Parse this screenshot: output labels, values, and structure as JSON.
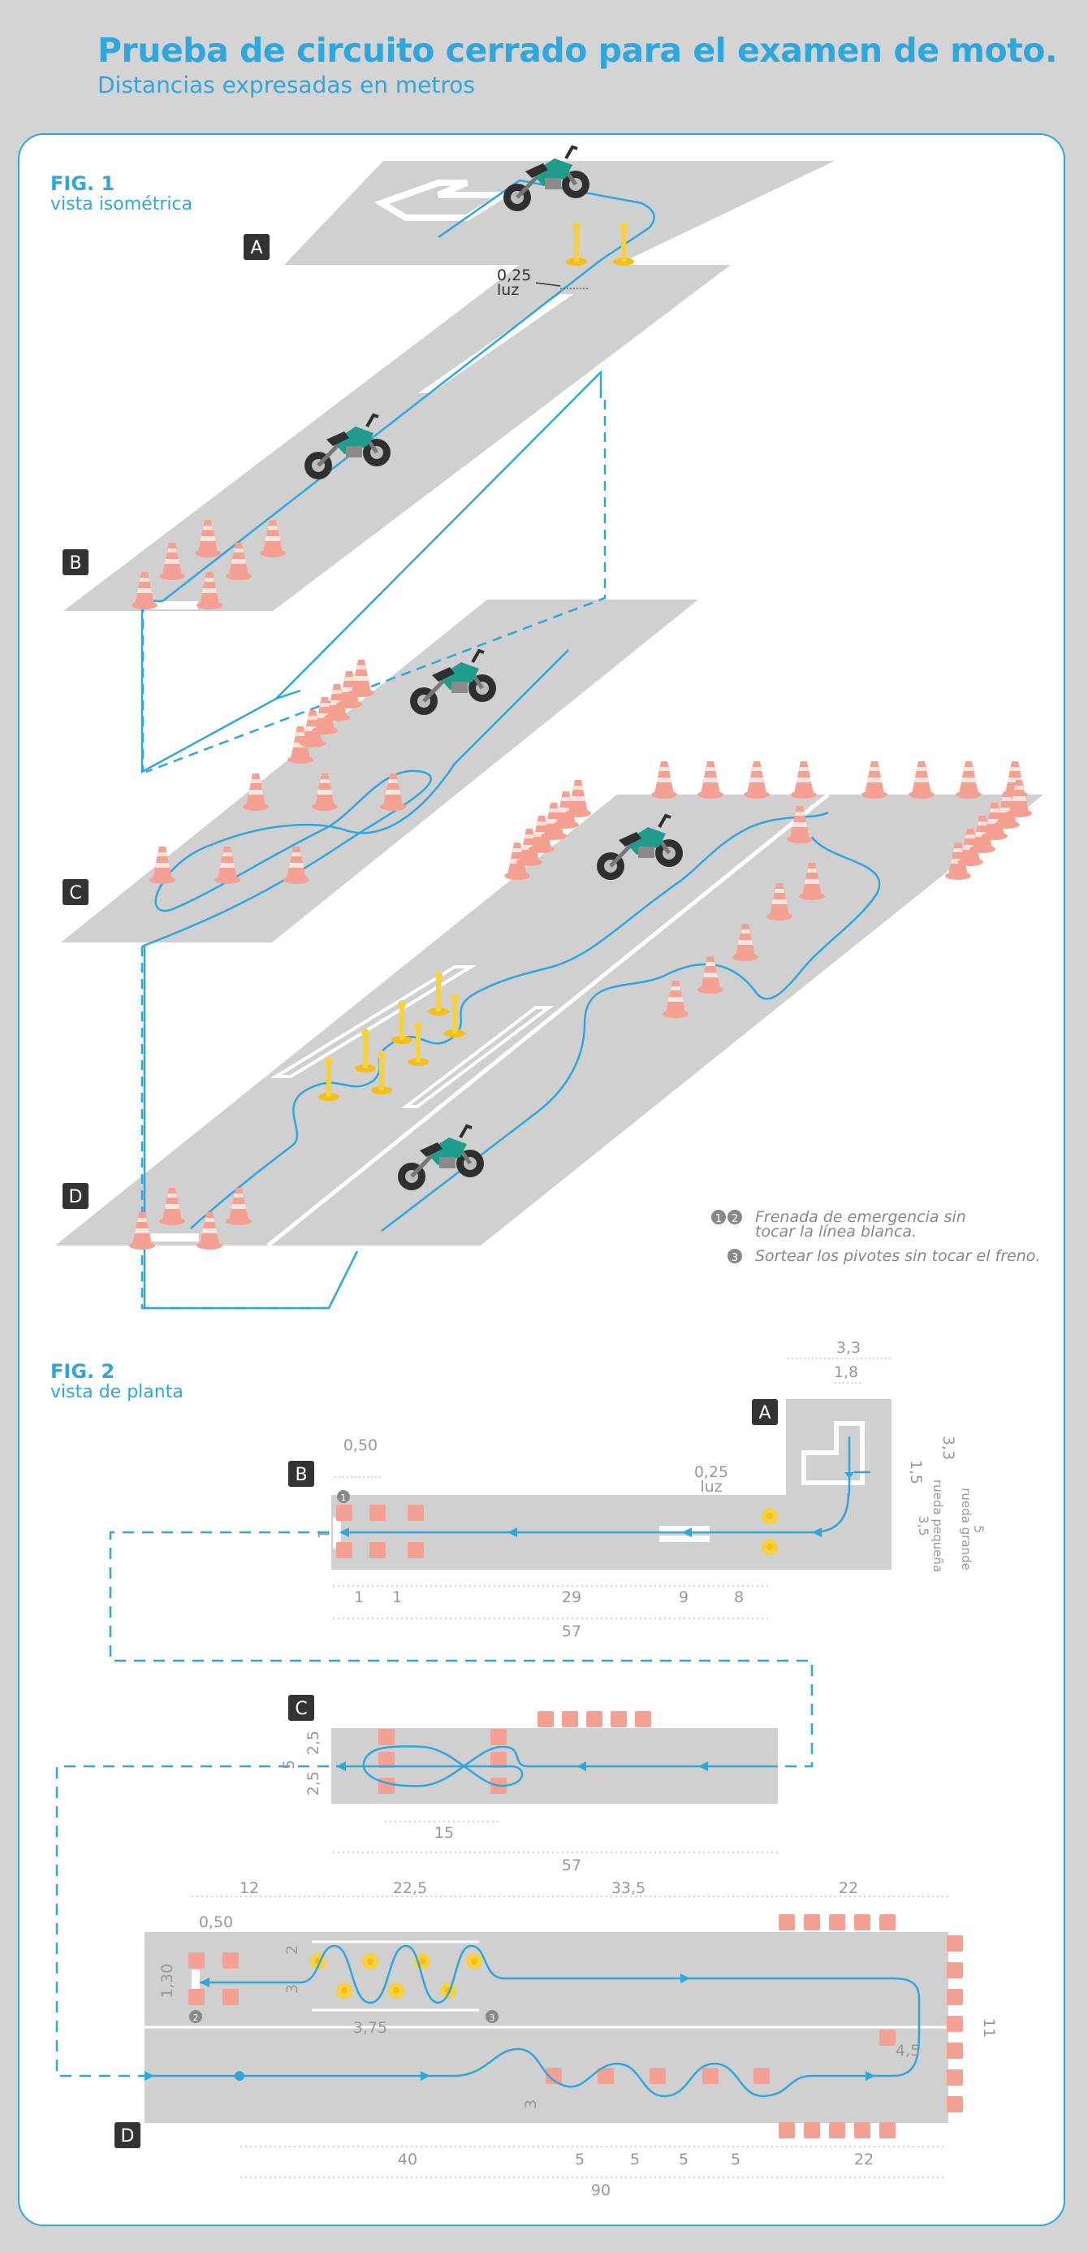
{
  "header": {
    "title": "Prueba de circuito cerrado para el examen de moto.",
    "subtitle": "Distancias expresadas en metros"
  },
  "colors": {
    "accent": "#2ea7df",
    "road": "#d0d0d0",
    "cone": "#f4a193",
    "pivot": "#f7d23e",
    "bike": "#1f9c8c",
    "label_bg": "#333333"
  },
  "fig1": {
    "label": "FIG. 1",
    "sublabel": "vista isométrica",
    "sections": {
      "a": "A",
      "b": "B",
      "c": "C",
      "d": "D"
    },
    "gap_value": "0,25",
    "gap_word": "luz",
    "legend": {
      "item1": "Frenada de emergencia sin",
      "item1b": "tocar la línea blanca.",
      "item2": "Sortear los pivotes sin tocar el freno.",
      "num1": "1",
      "num2": "2",
      "num3": "3"
    }
  },
  "fig2": {
    "label": "FIG. 2",
    "sublabel": "vista de planta",
    "sections": {
      "a": "A",
      "b": "B",
      "c": "C",
      "d": "D"
    },
    "a_dims": {
      "w": "3,3",
      "inner": "1,8",
      "h": "3,3",
      "small": "1,5",
      "gap": "0,25",
      "gap_word": "luz",
      "small_wheel": "3,5",
      "small_wheel_txt": "rueda pequeña",
      "big_wheel": "5",
      "big_wheel_txt": "rueda grande"
    },
    "b_dims": {
      "top": "0,50",
      "width": "1",
      "d1": "1",
      "d2": "1",
      "d3": "29",
      "d4": "9",
      "d5": "8",
      "total": "57",
      "marker": "1"
    },
    "c_dims": {
      "h1": "5",
      "h2": "2,5",
      "h3": "2,5",
      "loop": "15",
      "total": "57"
    },
    "d_dims": {
      "s1": "12",
      "s2": "22,5",
      "s3": "33,5",
      "s4": "22",
      "left": "0,50",
      "h": "1,30",
      "p1": "2",
      "p2": "3",
      "pw": "3,75",
      "right_h": "11",
      "corner": "4,5",
      "bot_h": "3",
      "b1": "40",
      "b2": "5",
      "b3": "5",
      "b4": "5",
      "b5": "5",
      "b6": "22",
      "total": "90",
      "m2": "2",
      "m3": "3"
    }
  }
}
